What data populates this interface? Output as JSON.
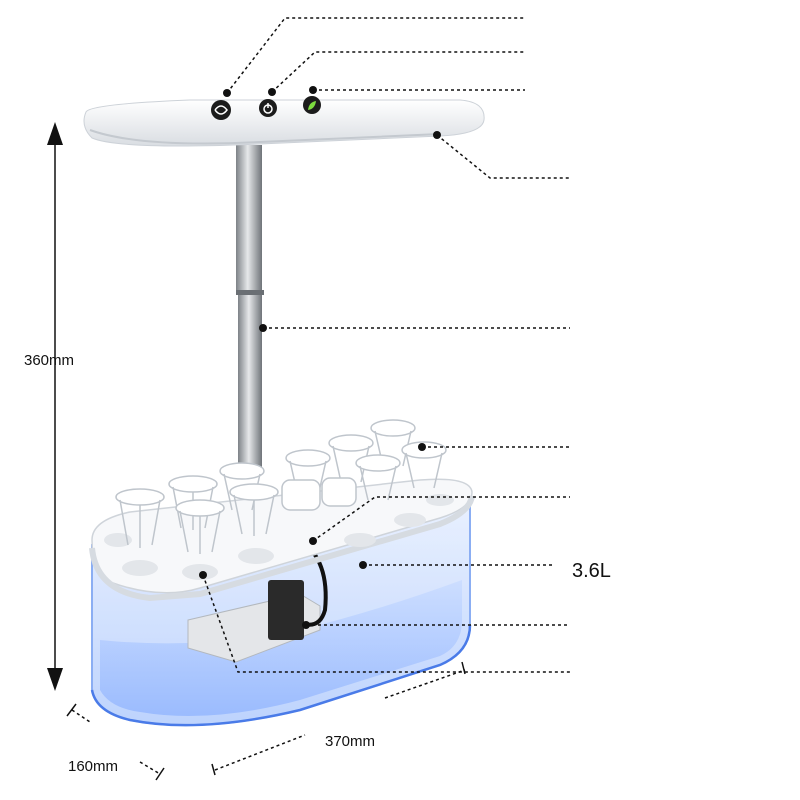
{
  "dimensions": {
    "height": "360mm",
    "length": "370mm",
    "depth": "160mm"
  },
  "tank": {
    "capacity": "3.6L"
  },
  "device": {
    "panel_icons": [
      "eco-mode-icon",
      "power-icon",
      "plant-leaf-icon"
    ],
    "pod_count": 12
  },
  "colors": {
    "line": "#111111",
    "water": "#8fb8ff",
    "pole": "#9aa0a6",
    "lamp": "#f4f5f7"
  }
}
